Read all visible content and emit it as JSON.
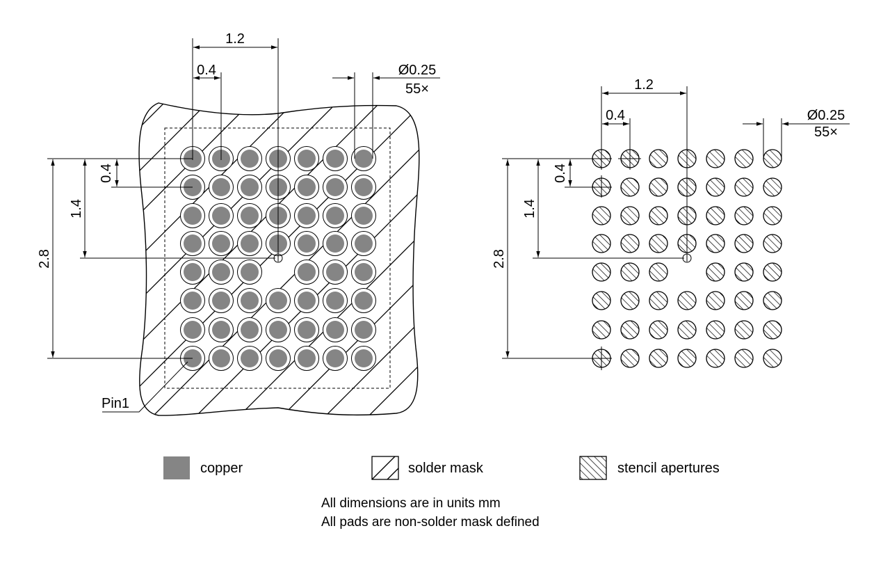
{
  "colors": {
    "copper": "#858585",
    "outline": "#000000",
    "background": "#ffffff"
  },
  "left_view": {
    "dim_pitch_x": "1.2",
    "dim_pad_pitch_x": "0.4",
    "dim_diameter": "Ø0.25",
    "dim_count": "55×",
    "dim_pad_pitch_y": "0.4",
    "dim_half_height": "1.4",
    "dim_full_height": "2.8",
    "pin1_label": "Pin1"
  },
  "right_view": {
    "dim_pitch_x": "1.2",
    "dim_pad_pitch_x": "0.4",
    "dim_diameter": "Ø0.25",
    "dim_count": "55×",
    "dim_pad_pitch_y": "0.4",
    "dim_half_height": "1.4",
    "dim_full_height": "2.8"
  },
  "legend": {
    "copper": "copper",
    "solder_mask": "solder mask",
    "stencil": "stencil apertures"
  },
  "notes": {
    "units": "All dimensions are in units mm",
    "pads": "All pads are non-solder mask defined"
  }
}
